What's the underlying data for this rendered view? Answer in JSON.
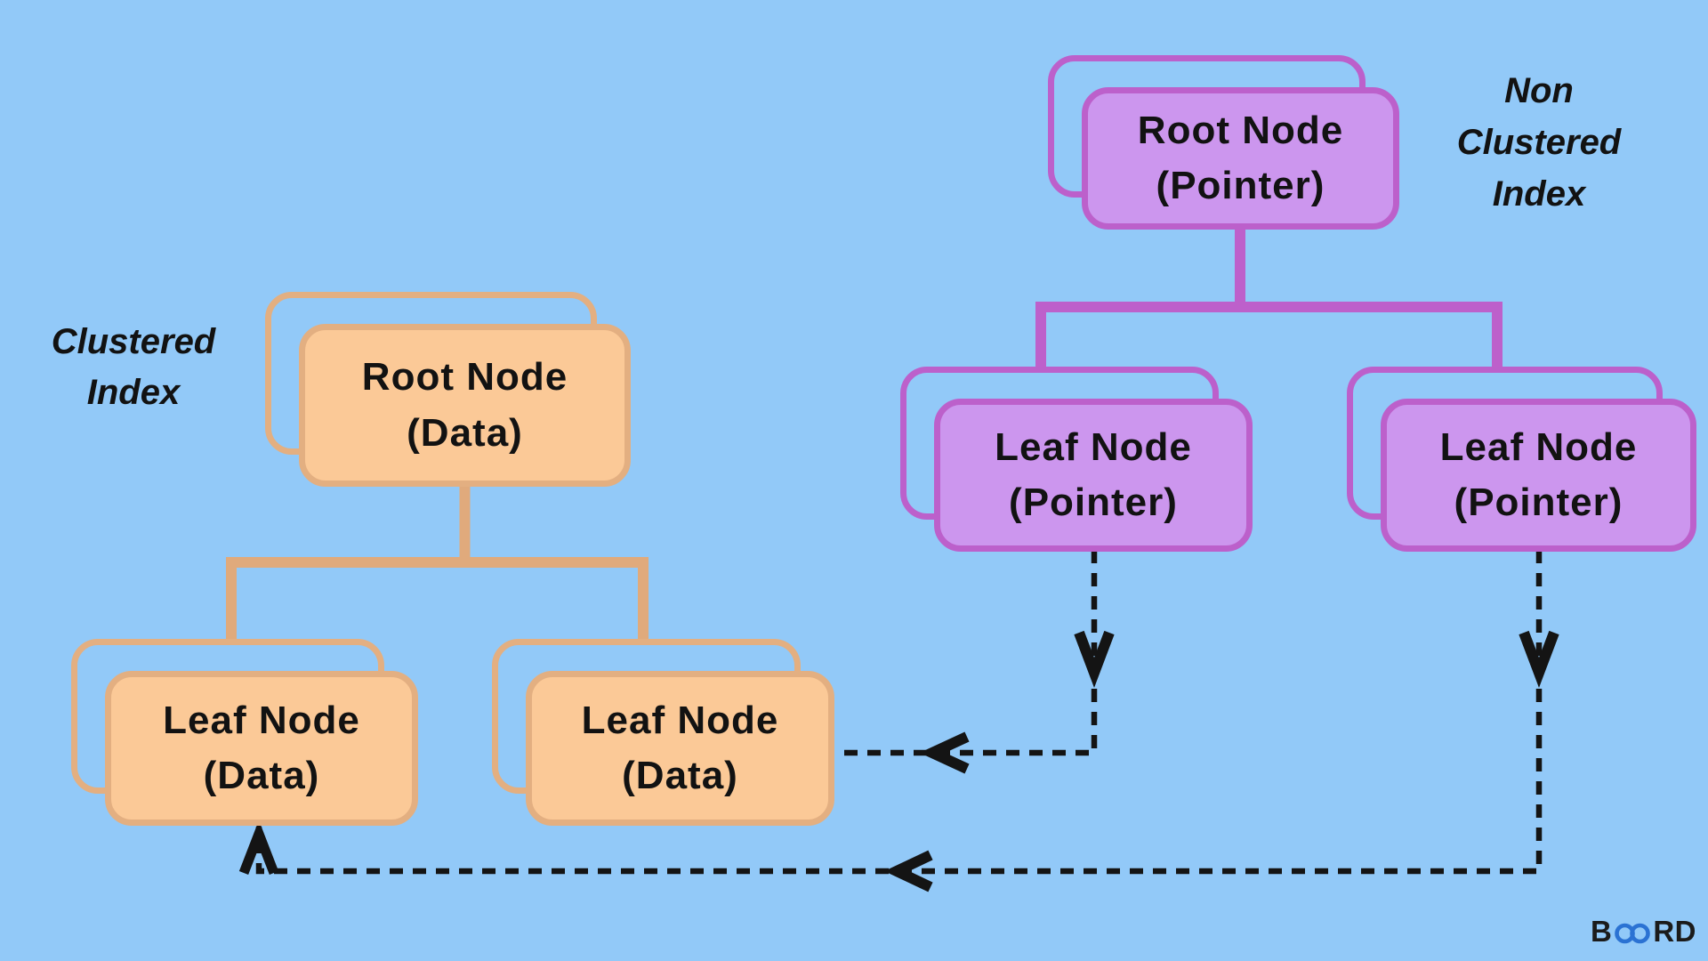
{
  "labels": {
    "clustered": {
      "line1": "Clustered",
      "line2": "Index"
    },
    "non_clustered": {
      "line1": "Non",
      "line2": "Clustered",
      "line3": "Index"
    }
  },
  "clustered_tree": {
    "root": {
      "line1": "Root Node",
      "line2": "(Data)"
    },
    "leaf1": {
      "line1": "Leaf Node",
      "line2": "(Data)"
    },
    "leaf2": {
      "line1": "Leaf Node",
      "line2": "(Data)"
    }
  },
  "non_clustered_tree": {
    "root": {
      "line1": "Root Node",
      "line2": "(Pointer)"
    },
    "leaf1": {
      "line1": "Leaf Node",
      "line2": "(Pointer)"
    },
    "leaf2": {
      "line1": "Leaf Node",
      "line2": "(Pointer)"
    }
  },
  "logo": {
    "prefix": "B",
    "suffix": "RD",
    "infinity_symbol": "infinity-icon"
  },
  "colors": {
    "background": "#92C9F8",
    "clustered_fill": "#FBC997",
    "clustered_border": "#E3AF81",
    "clustered_line": "#E0AA7C",
    "non_clustered_fill": "#CC96EE",
    "non_clustered_border": "#BC60CB",
    "non_clustered_line": "#BD60CB",
    "arrow": "#141414",
    "text": "#121212",
    "logo_blue": "#2B72D3",
    "logo_dark": "#1B1B1B"
  }
}
